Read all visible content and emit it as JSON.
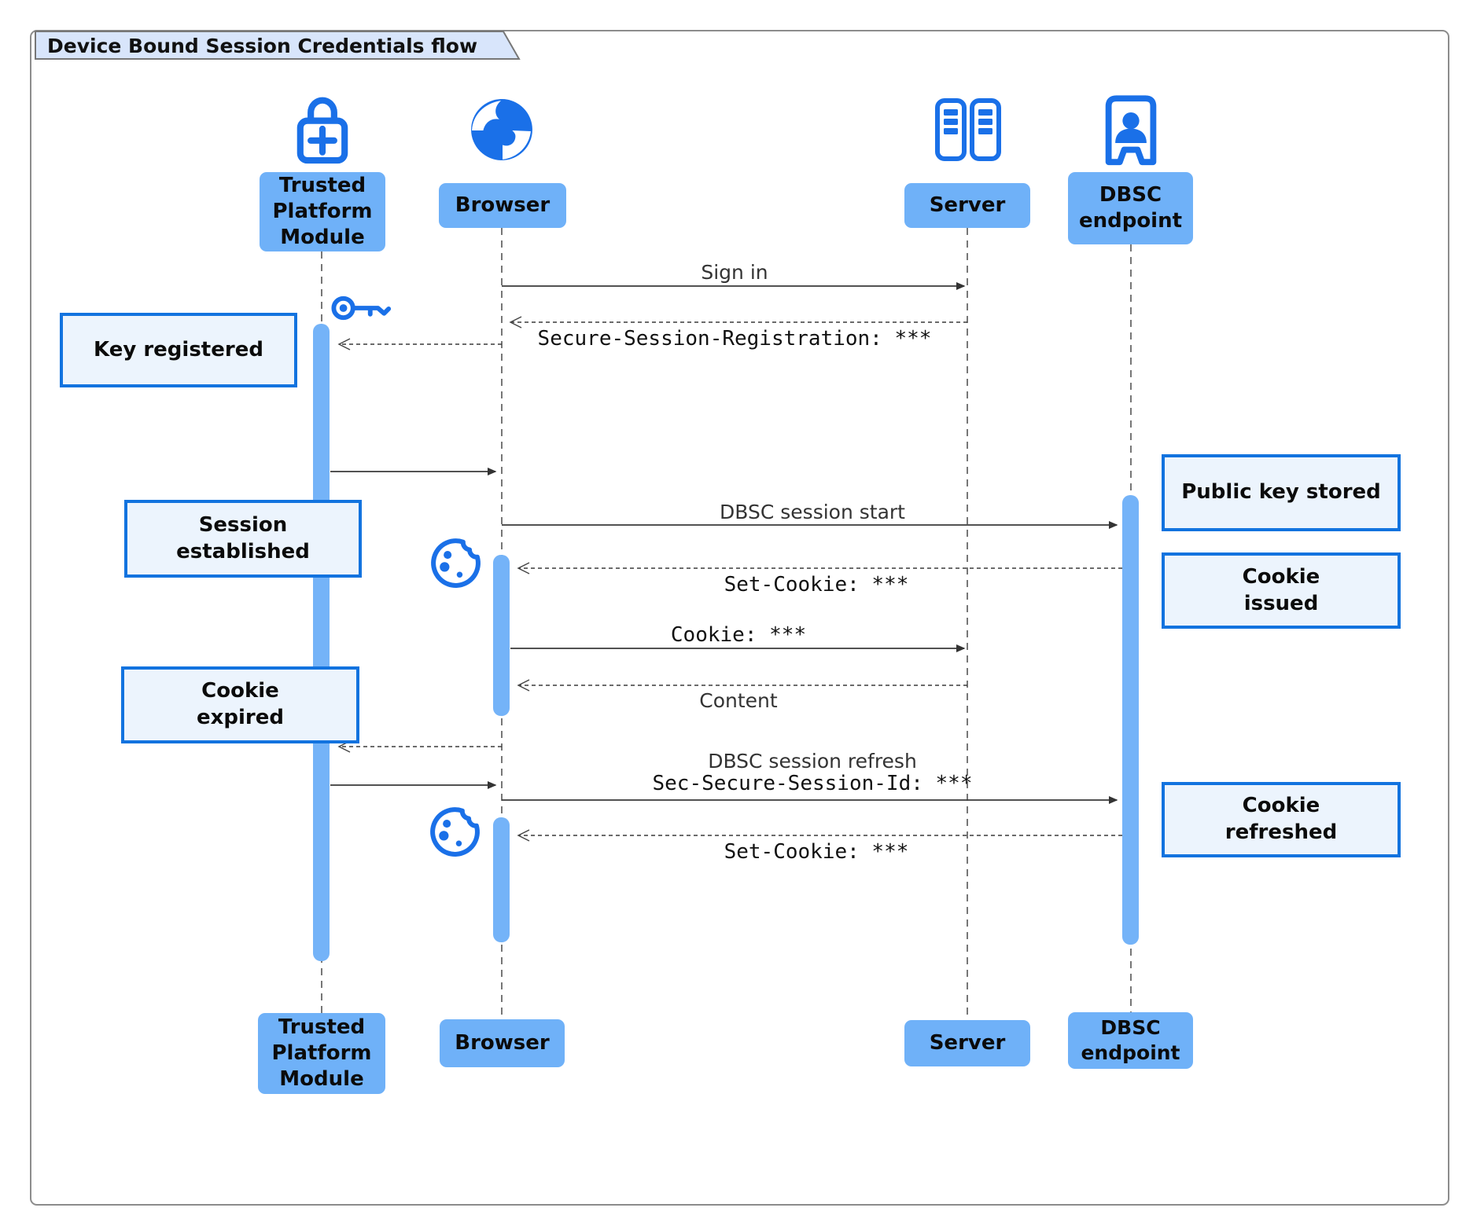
{
  "title": "Device Bound Session Credentials flow",
  "actors": {
    "tpm": {
      "label": "Trusted Platform Module",
      "icon": "lock-plus-icon"
    },
    "browser": {
      "label": "Browser",
      "icon": "globe-icon"
    },
    "server": {
      "label": "Server",
      "icon": "server-rack-icon"
    },
    "dbsc": {
      "label": "DBSC endpoint",
      "icon": "door-badge-icon"
    }
  },
  "notes": {
    "key_registered": "Key registered",
    "session_established": "Session\nestablished",
    "cookie_expired": "Cookie\nexpired",
    "public_key_stored": "Public key stored",
    "cookie_issued": "Cookie\nissued",
    "cookie_refreshed": "Cookie\nrefreshed"
  },
  "messages": {
    "sign_in": "Sign in",
    "secure_session_registration": "Secure-Session-Registration: ***",
    "dbsc_session_start": "DBSC session start",
    "set_cookie_issued": "Set-Cookie: ***",
    "cookie_header": "Cookie: ***",
    "content": "Content",
    "dbsc_session_refresh": "DBSC session refresh",
    "sec_secure_session_id": "Sec-Secure-Session-Id: ***",
    "set_cookie_refreshed": "Set-Cookie: ***"
  },
  "decorations": {
    "key_icon": "key-icon",
    "cookie_icon_1": "cookie-icon",
    "cookie_icon_2": "cookie-icon"
  },
  "colors": {
    "icon_blue": "#1a70e8",
    "actor_label_blue": "#6fb1f8",
    "activation_bar_blue": "#74b3f8",
    "note_fill": "#ecf4fd",
    "note_border": "#1273df",
    "title_fill": "#d8e5fb",
    "line_color": "#3a3a3a"
  }
}
